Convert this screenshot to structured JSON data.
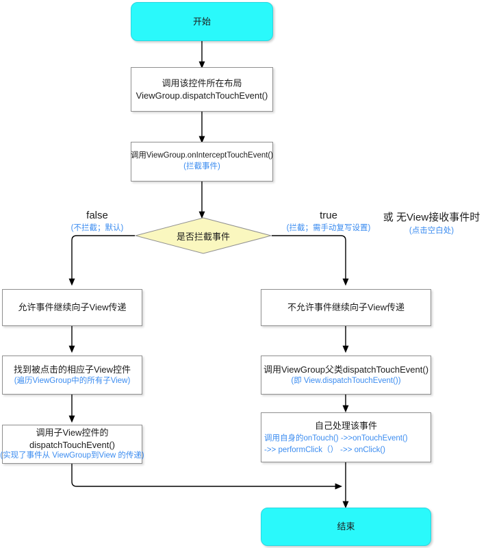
{
  "diagram": {
    "type": "flowchart",
    "title_text": "Android ViewGroup dispatchTouchEvent flow",
    "colors": {
      "terminal_fill": "#2af9fb",
      "decision_fill": "#faf7bf",
      "process_fill": "#ffffff",
      "border": "#8f8f8f",
      "note_text": "#3b8cf0",
      "main_text": "#1b1b1b",
      "edge": "#000000"
    }
  },
  "nodes": {
    "start": {
      "label": "开始"
    },
    "dispatch_parent": {
      "line1": "调用该控件所在布局",
      "line2": "ViewGroup.dispatchTouchEvent()"
    },
    "on_intercept": {
      "line1": "调用ViewGroup.onInterceptTouchEvent()",
      "line2": "(拦截事件)"
    },
    "decision": {
      "label": "是否拦截事件"
    },
    "allow_pass": {
      "line1": "允许事件继续向子View传递"
    },
    "find_child": {
      "line1": "找到被点击的相应子View控件",
      "line2": "(遍历ViewGroup中的所有子View)"
    },
    "child_dispatch": {
      "line1": "调用子View控件的",
      "line2": "dispatchTouchEvent()",
      "line3": "(实现了事件从 ViewGroup到View 的传递)"
    },
    "deny_pass": {
      "line1": "不允许事件继续向子View传递"
    },
    "super_dispatch": {
      "line1": "调用ViewGroup父类dispatchTouchEvent()",
      "line2": "(即 View.dispatchTouchEvent())"
    },
    "handle_self": {
      "line1": "自己处理该事件",
      "line2": "调用自身的onTouch() ->>onTouchEvent()",
      "line3": "->> performClick（） ->> onClick()"
    },
    "end": {
      "label": "结束"
    }
  },
  "edge_labels": {
    "false_branch": {
      "value": "false",
      "note": "(不拦截；默认)"
    },
    "true_branch": {
      "value": "true",
      "note": "(拦截；需手动复写设置)"
    },
    "alt_branch": {
      "value": "或  无View接收事件时",
      "note": "(点击空白处)"
    }
  }
}
